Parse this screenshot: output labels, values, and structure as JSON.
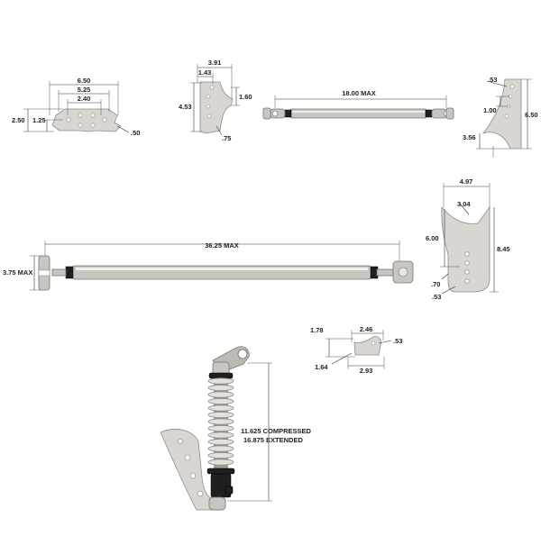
{
  "parts": {
    "plate_bracket": {
      "dims": [
        "6.50",
        "5.25",
        "2.40",
        "2.50",
        "1.25",
        ".50"
      ]
    },
    "small_bracket": {
      "dims": [
        "3.91",
        "1.43",
        "4.53",
        "1.60",
        ".75"
      ]
    },
    "short_bar": {
      "dims": [
        "18.00 MAX"
      ]
    },
    "tall_bracket_right": {
      "dims": [
        ".53",
        "1.00",
        "6.50",
        "3.56"
      ]
    },
    "long_bar": {
      "dims": [
        "36.25 MAX",
        "3.75 MAX"
      ]
    },
    "large_bracket": {
      "dims": [
        "4.97",
        "3.04",
        "6.00",
        "8.45",
        ".70",
        ".53"
      ]
    },
    "flat_tab": {
      "dims": [
        "1.78",
        "2.46",
        ".53",
        "1.64",
        "2.93"
      ]
    },
    "coilover": {
      "dims": [
        "11.625 COMPRESSED",
        "16.875 EXTENDED"
      ]
    }
  }
}
